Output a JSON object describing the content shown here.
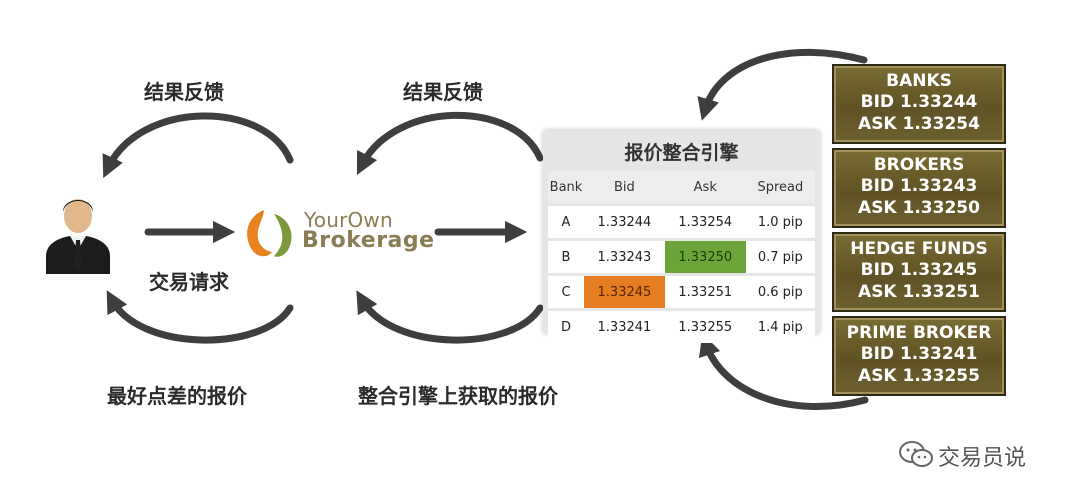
{
  "labels": {
    "feedback_left": "结果反馈",
    "feedback_right": "结果反馈",
    "trade_request": "交易请求",
    "best_spread": "最好点差的报价",
    "engine_quote": "整合引擎上获取的报价"
  },
  "logo": {
    "line1": "YourOwn",
    "line2": "Brokerage"
  },
  "engine": {
    "title": "报价整合引擎",
    "headers": [
      "Bank",
      "Bid",
      "Ask",
      "Spread"
    ],
    "rows": [
      {
        "bank": "A",
        "bid": "1.33244",
        "ask": "1.33254",
        "spread": "1.0 pip"
      },
      {
        "bank": "B",
        "bid": "1.33243",
        "ask": "1.33250",
        "spread": "0.7 pip"
      },
      {
        "bank": "C",
        "bid": "1.33245",
        "ask": "1.33251",
        "spread": "0.6 pip"
      },
      {
        "bank": "D",
        "bid": "1.33241",
        "ask": "1.33255",
        "spread": "1.4 pip"
      }
    ]
  },
  "providers": [
    {
      "name": "BANKS",
      "bid": "BID 1.33244",
      "ask": "ASK 1.33254"
    },
    {
      "name": "BROKERS",
      "bid": "BID 1.33243",
      "ask": "ASK 1.33250"
    },
    {
      "name": "HEDGE FUNDS",
      "bid": "BID 1.33245",
      "ask": "ASK 1.33251"
    },
    {
      "name": "PRIME BROKER",
      "bid": "BID 1.33241",
      "ask": "ASK 1.33255"
    }
  ],
  "watermark": {
    "text": "交易员说",
    "icon": "wechat-icon"
  },
  "colors": {
    "best_ask_highlight": "#6ca43a",
    "best_bid_highlight": "#e57d22",
    "provider_box": "#6a5d2c",
    "arrow": "#3e3e3e"
  }
}
